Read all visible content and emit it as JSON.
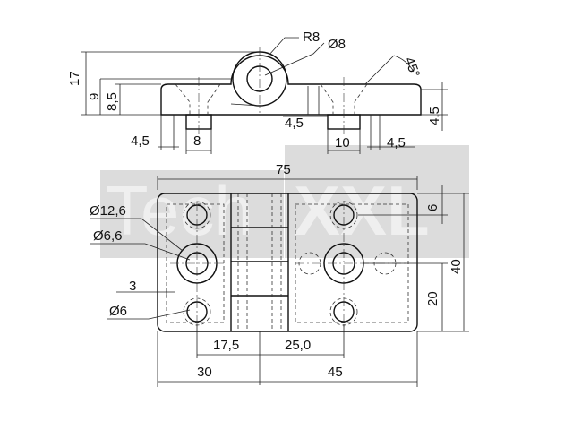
{
  "watermark": {
    "text_light": "Tech",
    "text_bold": "XXL"
  },
  "top_view": {
    "radius_label": "R8",
    "hole_dia_label": "Ø8",
    "chamfer_angle_label": "45°",
    "height_total_label": "17",
    "height_mid_label": "9",
    "height_plate_label": "8,5",
    "left_offset_label": "4,5",
    "left_boss_width_label": "8",
    "mid_offset_label": "4,5",
    "right_boss_width_label": "10",
    "right_offset_label": "4,5",
    "right_thickness_label": "4,5"
  },
  "front_view": {
    "overall_width_label": "75",
    "counterbore_dia_label": "Ø12,6",
    "through_hole_dia_label": "Ø6,6",
    "edge_offset_label": "3",
    "small_hole_dia_label": "Ø6",
    "hole_pitch_left_label": "17,5",
    "hole_pitch_right_label": "25,0",
    "left_width_label": "30",
    "right_width_label": "45",
    "top_offset_label": "6",
    "center_height_label": "20",
    "overall_height_label": "40"
  }
}
